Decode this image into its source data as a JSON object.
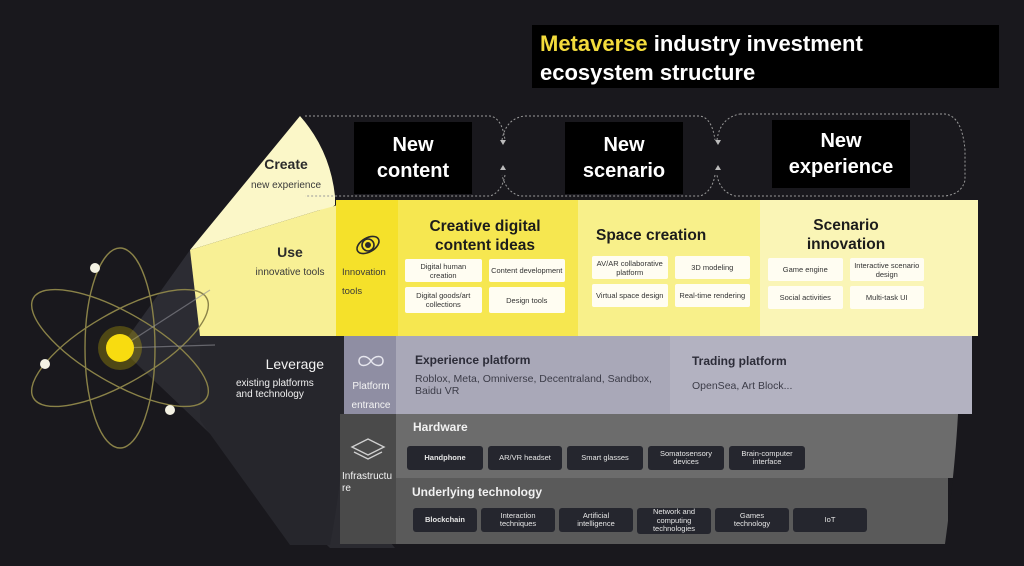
{
  "title": {
    "highlight": "Metaverse",
    "line1_rest": " industry investment",
    "line2": "ecosystem structure"
  },
  "colors": {
    "background": "#19181d",
    "accent_yellow": "#f3dc3c",
    "pale_yellow": "#fbf4b0",
    "bright_yellow": "#f5e43a",
    "platform_gray": "#a6a5b6",
    "infra_gray": "#6c6c6c"
  },
  "layers": {
    "create": {
      "label": "Create",
      "sub": "new experience"
    },
    "use": {
      "label": "Use",
      "sub": "innovative tools"
    },
    "leverage": {
      "label": "Leverage",
      "sub": "existing platforms and technology"
    }
  },
  "stages": [
    {
      "label": "New content"
    },
    {
      "label": "New scenario"
    },
    {
      "label": "New experience"
    }
  ],
  "side_labels": {
    "innovation": {
      "icon": "planet-icon",
      "text": "Innovation tools"
    },
    "platform": {
      "icon": "infinity-icon",
      "text": "Platform entrance"
    },
    "infrastructure": {
      "icon": "layers-icon",
      "text": "Infrastructure"
    }
  },
  "innovation_columns": [
    {
      "title": "Creative digital content ideas",
      "items": [
        "Digital human creation",
        "Content development",
        "Digital goods/art collections",
        "Design tools"
      ]
    },
    {
      "title": "Space creation",
      "items": [
        "AV/AR collaborative platform",
        "3D modeling",
        "Virtual space design",
        "Real-time rendering"
      ]
    },
    {
      "title": "Scenario innovation",
      "items": [
        "Game engine",
        "Interactive scenario design",
        "Social activities",
        "Multi-task UI"
      ]
    }
  ],
  "platforms": [
    {
      "title": "Experience platform",
      "text": "Roblox, Meta, Omniverse, Decentraland, Sandbox, Baidu VR"
    },
    {
      "title": "Trading platform",
      "text": "OpenSea, Art Block..."
    }
  ],
  "hardware": {
    "title": "Hardware",
    "items": [
      "Handphone",
      "AR/VR headset",
      "Smart glasses",
      "Somatosensory devices",
      "Brain-computer interface"
    ]
  },
  "technology": {
    "title": "Underlying  technology",
    "items": [
      "Blockchain",
      "Interaction techniques",
      "Artificial intelligence",
      "Network and computing technologies",
      "Games technology",
      "IoT"
    ]
  }
}
